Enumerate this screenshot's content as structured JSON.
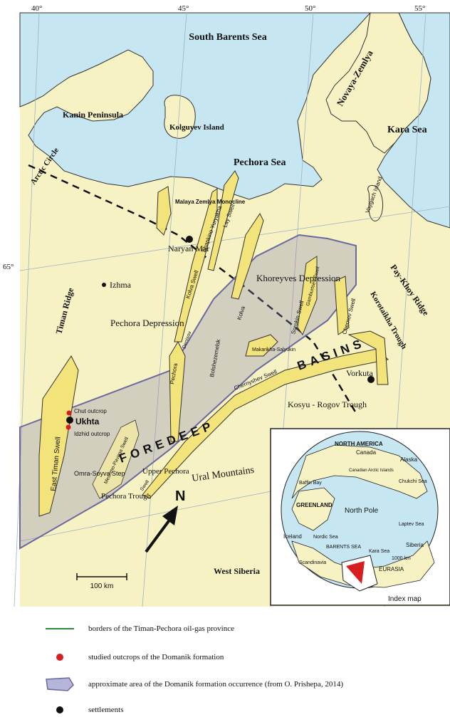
{
  "map": {
    "longitudes": [
      "40°",
      "45°",
      "50°",
      "55°"
    ],
    "latitude": "65°",
    "seas": [
      "South Barents Sea",
      "Pechora Sea",
      "Kara Sea"
    ],
    "regions": {
      "kanin": "Kanin Peninsula",
      "kolguyev": "Kolguyev Island",
      "novaya": "Novaya-Zemlya",
      "vaygach": "Vaygach Island",
      "arctic": "Arctic Circle",
      "malaya": "Malaya Zemlya Monocline",
      "timan": "Timan Ridge",
      "pechora_dep": "Pechora Depression",
      "khoreyves": "Khoreyves Depression",
      "paykhoy": "Pay-Khoy Ridge",
      "korotaikha": "Korotaikha Trough",
      "east_timan": "East Timan Swell",
      "omra": "Omra-Soyva Step",
      "upper": "Upper Pechora",
      "pech_trough": "Pechora Trough",
      "kosyu": "Kosyu - Rogov Trough",
      "ural": "Ural Mountains",
      "west_siberia": "West Siberia",
      "foredeep": "FOREDEEP",
      "basins": "BASINS",
      "chut": "Chut outcrop",
      "idzhid": "Idzhid outcrop",
      "scale": "100 km",
      "north": "N"
    },
    "settlements": [
      "Naryan Mar",
      "Izhma",
      "Ukhta",
      "Vorkuta"
    ],
    "swells": {
      "shapkino": "Shapkino Yuryakha",
      "lay": "Lay Swell",
      "kolva_swell": "Kolva Swell",
      "kolva": "Kolva",
      "pechora_s": "Pechora",
      "denisov": "Denisov",
      "bolshezem": "Bolshezemelsk",
      "makarikha": "Makarikha-Salyukin",
      "sorokin": "Sorokin Swell",
      "gamburtsev": "Gamburtsev Swell",
      "chernyshev": "Chernyshev Swell",
      "chernov": "Chernov Swell",
      "mechmo": "Mechmo-Pavaga Swell",
      "izhma_swell": "Swell"
    }
  },
  "inset": {
    "title": "Index map",
    "labels": [
      "NORTH AMERICA",
      "Canada",
      "Alaska",
      "Chukchi Sea",
      "Baffin Bay",
      "Canadian Arctic Islands",
      "GREENLAND",
      "North Pole",
      "Laptev Sea",
      "Iceland",
      "Nordic Sea",
      "BARENTS SEA",
      "Kara Sea",
      "Siberia",
      "Scandinavia",
      "EURASIA",
      "1000 km"
    ]
  },
  "legend": [
    {
      "symbol": "green-line",
      "text": "borders of the Timan-Pechora oil-gas province"
    },
    {
      "symbol": "red-dot",
      "text": "studied outcrops of the Domanik formation"
    },
    {
      "symbol": "purple-polygon",
      "text": "approximate area of the Domanik formation occurrence (from O. Prishepa, 2014)"
    },
    {
      "symbol": "black-dot",
      "text": "settlements"
    }
  ],
  "colors": {
    "sea": "#c6e7f2",
    "land": "#f6f2c4",
    "swell": "#f2e37a",
    "domanik": "#8a87b5",
    "outline": "#222222",
    "red": "#d81f1f",
    "green": "#2f8a3a"
  }
}
